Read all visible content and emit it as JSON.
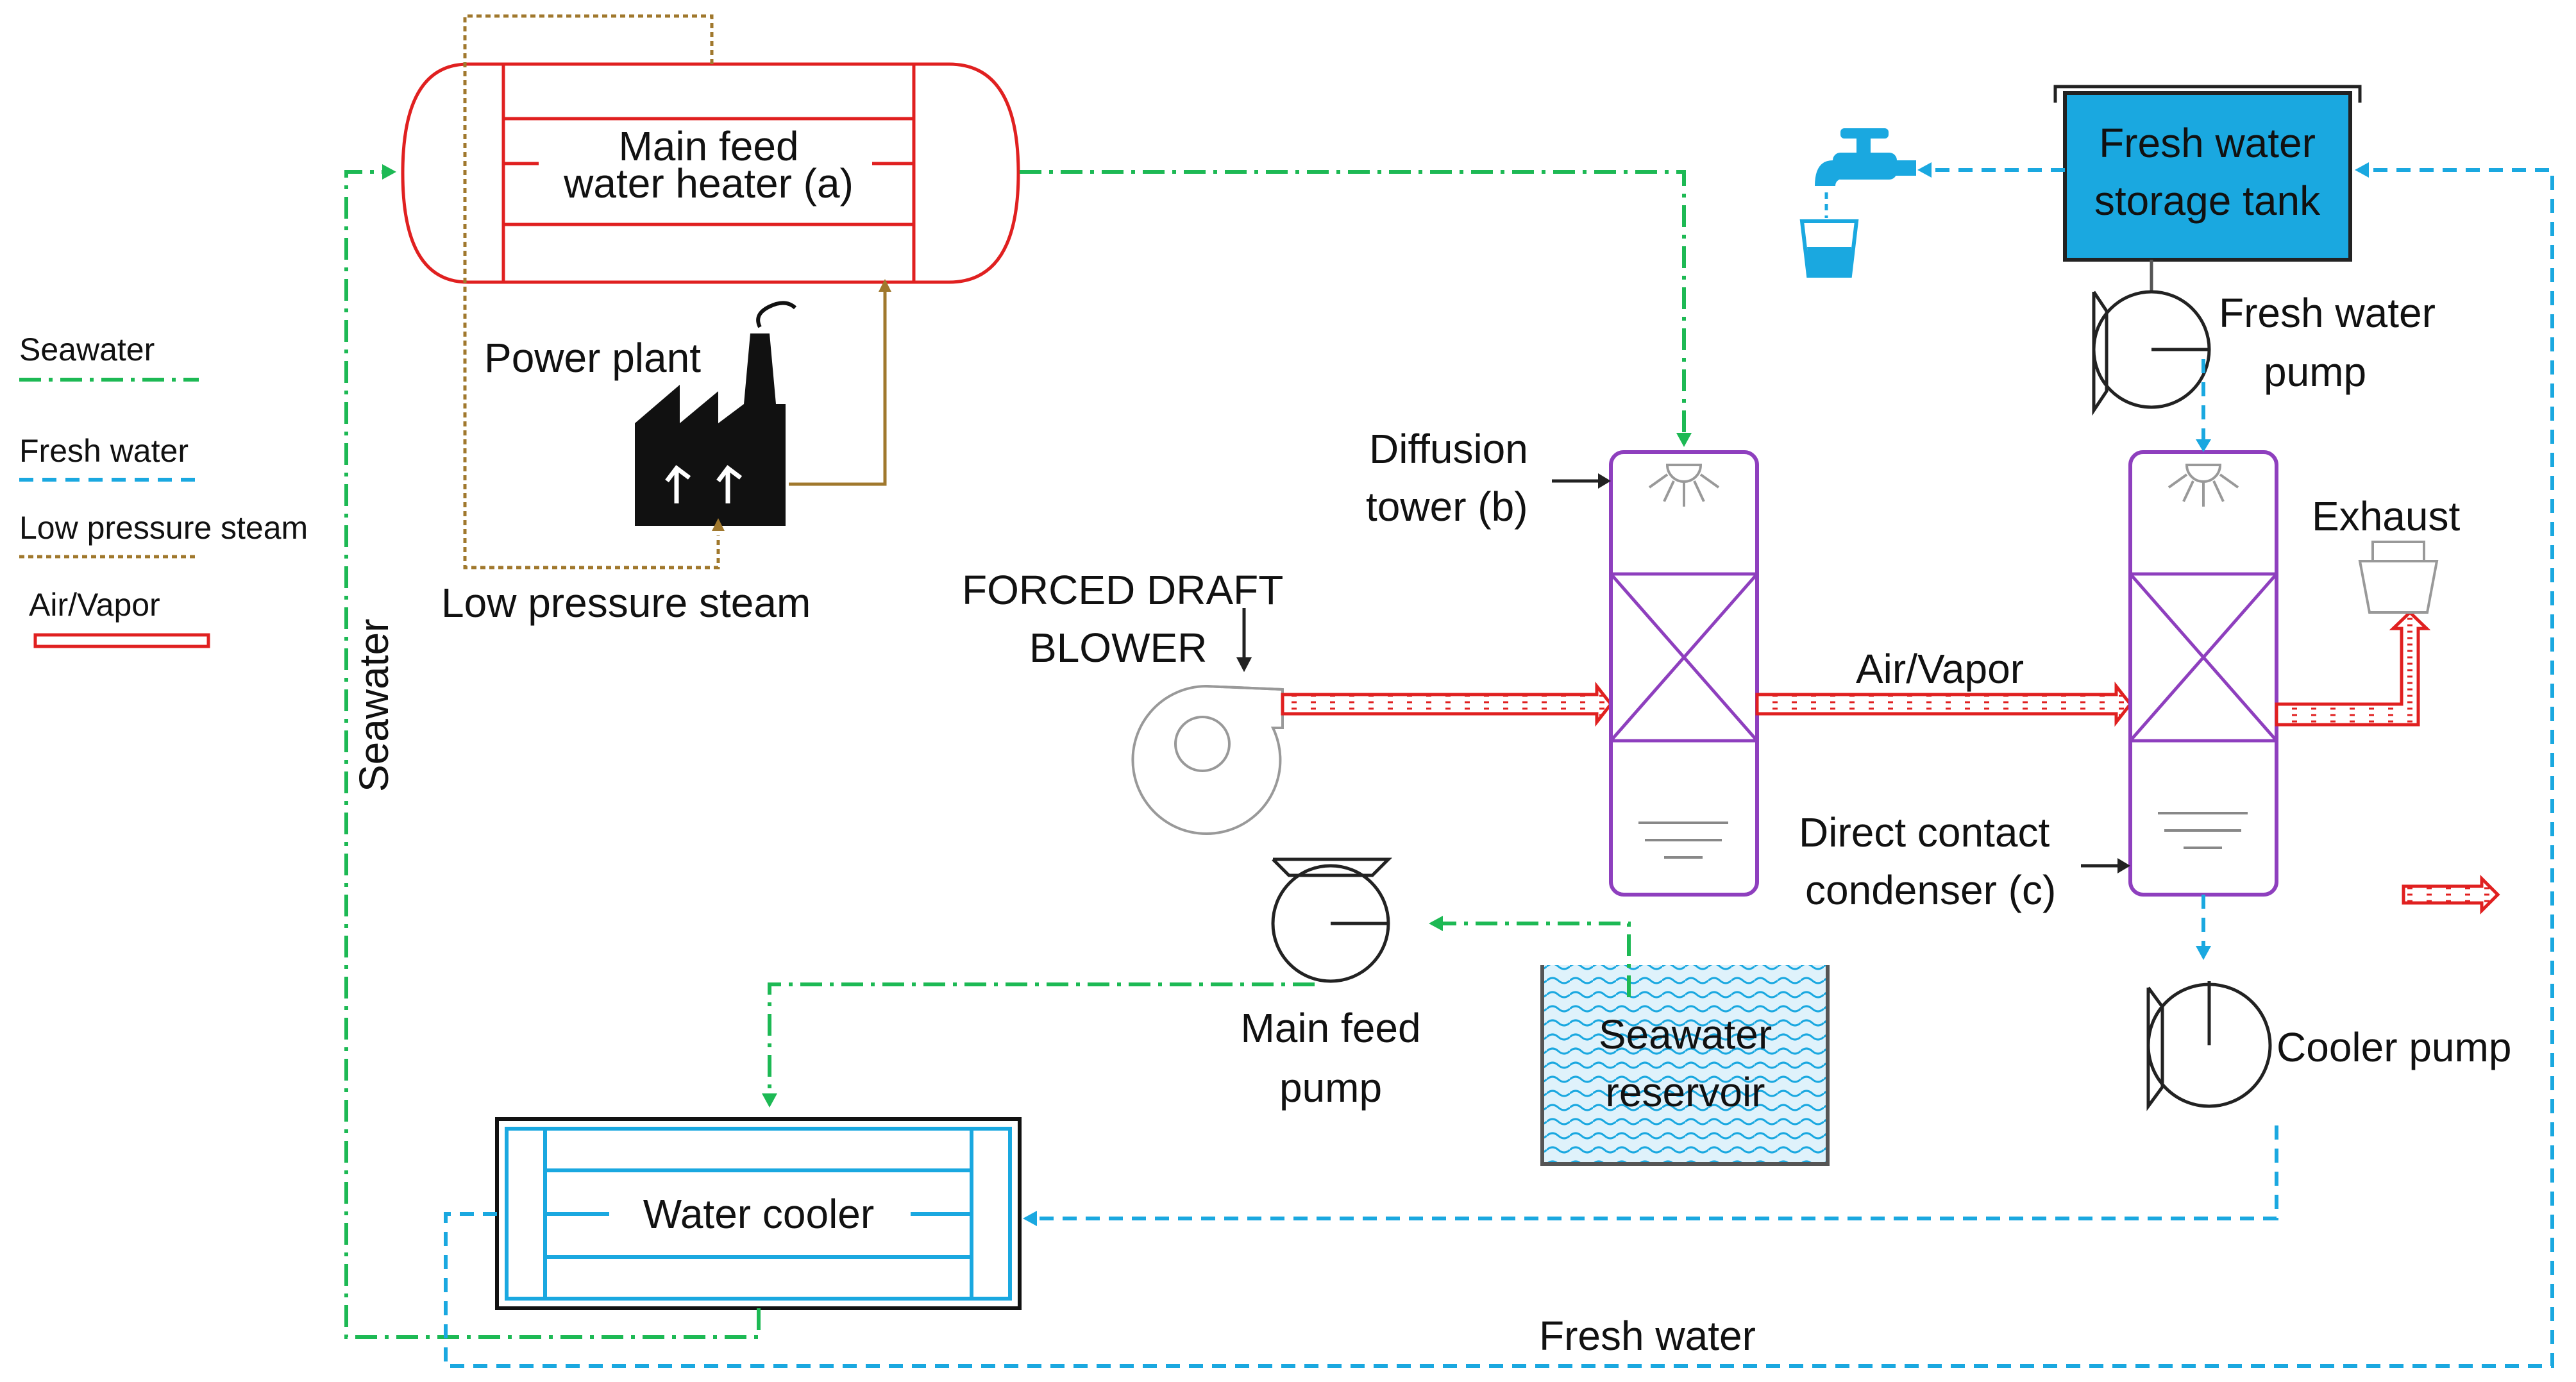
{
  "legend": {
    "seawater": "Seawater",
    "fresh_water": "Fresh water",
    "low_pressure_steam": "Low pressure steam",
    "air_vapor": "Air/Vapor"
  },
  "labels": {
    "main_feed_heater_line1": "Main feed",
    "main_feed_heater_line2": "water heater (a)",
    "power_plant": "Power plant",
    "low_pressure_steam": "Low pressure steam",
    "seawater_vertical": "Seawater",
    "forced_draft_line1": "FORCED DRAFT",
    "forced_draft_line2": "BLOWER",
    "diffusion_line1": "Diffusion",
    "diffusion_line2": "tower (b)",
    "air_vapor": "Air/Vapor",
    "direct_contact_line1": "Direct contact",
    "direct_contact_line2": "condenser (c)",
    "fresh_tank_line1": "Fresh water",
    "fresh_tank_line2": "storage tank",
    "fresh_pump_line1": "Fresh water",
    "fresh_pump_line2": "pump",
    "exhaust": "Exhaust",
    "main_feed_pump_line1": "Main feed",
    "main_feed_pump_line2": "pump",
    "seawater_reservoir_line1": "Seawater",
    "seawater_reservoir_line2": "reservoir",
    "cooler_pump": "Cooler pump",
    "water_cooler": "Water cooler",
    "fresh_water_bottom": "Fresh water"
  },
  "colors": {
    "seawater": "#1db954",
    "fresh_water": "#1aa8e0",
    "low_pressure_steam": "#a0782d",
    "air_vapor": "#e02020",
    "tower": "#8e3fbe",
    "storage_tank_fill": "#1aa8e0"
  },
  "icons": [
    "factory-icon",
    "water-tap-icon",
    "water-glass-icon",
    "blower-icon",
    "pump-icon",
    "spray-nozzle-icon",
    "exhaust-hood-icon"
  ]
}
